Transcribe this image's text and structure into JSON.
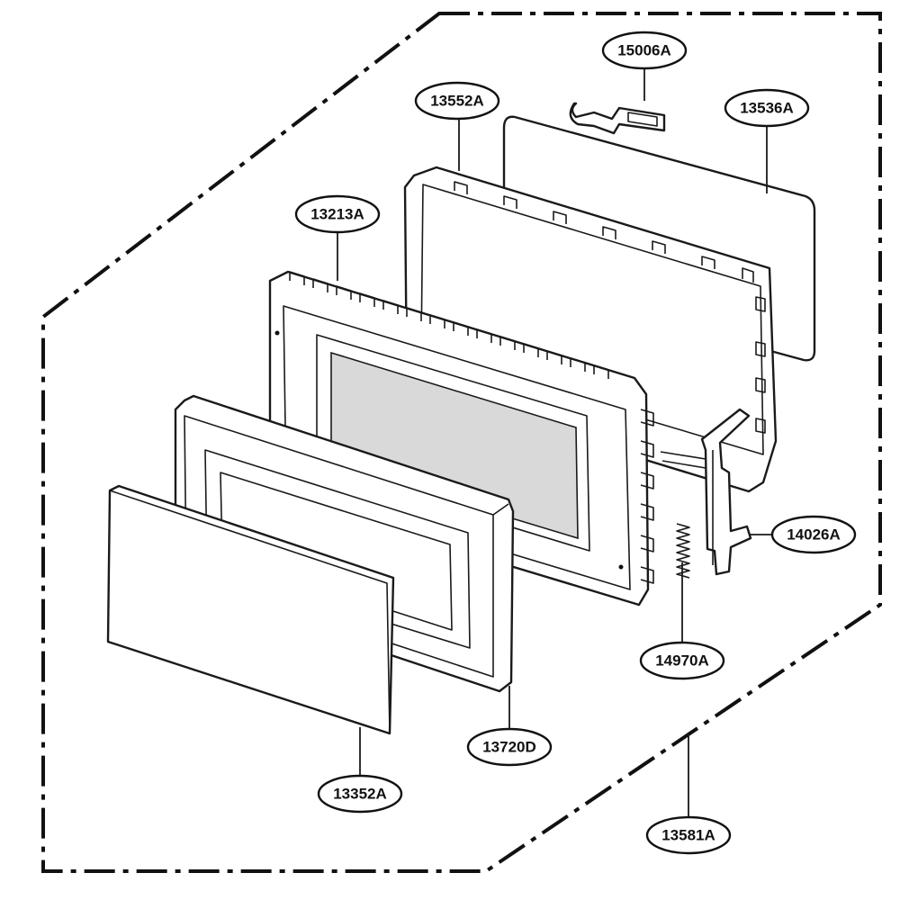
{
  "diagram": {
    "callouts": [
      {
        "id": "latch-clip",
        "label": "15006A"
      },
      {
        "id": "door-frame",
        "label": "13552A"
      },
      {
        "id": "door-screen",
        "label": "13536A"
      },
      {
        "id": "door-inner-frame",
        "label": "13213A"
      },
      {
        "id": "latch-hook",
        "label": "14026A"
      },
      {
        "id": "latch-spring",
        "label": "14970A"
      },
      {
        "id": "door-choke-cover",
        "label": "13720D"
      },
      {
        "id": "door-glass-panel",
        "label": "13352A"
      },
      {
        "id": "door-assembly",
        "label": "13581A"
      }
    ]
  }
}
